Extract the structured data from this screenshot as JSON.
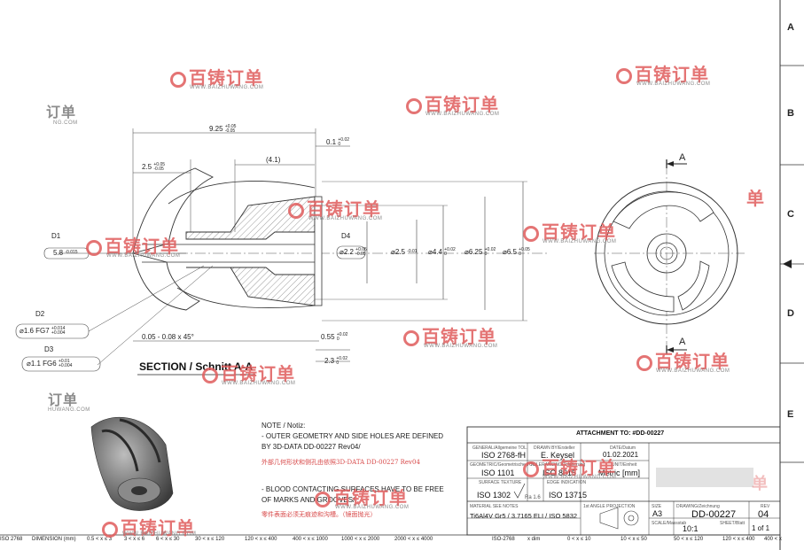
{
  "zones": [
    "A",
    "B",
    "C",
    "D",
    "E"
  ],
  "watermark": {
    "brand": "百铸订单",
    "url": "WWW.BAIZHUWANG.COM",
    "edge_brand": "订单",
    "edge_url": "HUWANG.COM",
    "edge_url_2": "NG.COM",
    "edge_frag": "单"
  },
  "section_view": {
    "title": "SECTION / Schnitt A-A",
    "d1_label": "D1",
    "d1_value": "5.8",
    "d1_tol": "-0.015",
    "d2_label": "D2",
    "d2_value": "⌀1.6 FG7",
    "d2_tol_upper": "+0.014",
    "d2_tol_lower": "+0.004",
    "d3_label": "D3",
    "d3_value": "⌀1.1 FG6",
    "d3_tol_upper": "+0.01",
    "d3_tol_lower": "+0.004",
    "d4_label": "D4",
    "d4_value": "⌀2.2",
    "d4_tol_upper": "+0.05",
    "d4_tol_lower": "-0.05",
    "len_925": "9.25",
    "len_925_tol_upper": "+0.05",
    "len_925_tol_lower": "-0.05",
    "len_25": "2.5",
    "len_25_tol_upper": "+0.05",
    "len_25_tol_lower": "-0.05",
    "len_41": "4.1",
    "len_01": "0.1",
    "len_01_tol_upper": "+0.02",
    "len_01_tol_lower": "0",
    "dia_25": "⌀2.5",
    "dia_25_tol": "-0.01",
    "dia_44": "⌀4.4",
    "dia_44_tol_upper": "+0.02",
    "dia_44_tol_lower": "0",
    "dia_625": "⌀6.25",
    "dia_625_tol_upper": "+0.02",
    "dia_625_tol_lower": "0",
    "dia_65": "⌀6.5",
    "dia_65_tol_upper": "+0.05",
    "dia_65_tol_lower": "0",
    "chamfer": "0.05 - 0.08 x 45°",
    "len_055": "0.55",
    "len_055_tol_upper": "+0.02",
    "len_055_tol_lower": "0",
    "len_23": "2.3",
    "len_23_tol_upper": "+0.02",
    "len_23_tol_lower": "0"
  },
  "end_view": {
    "section_marker_top": "A",
    "section_marker_bottom": "A"
  },
  "notes": {
    "heading": "NOTE / Notiz:",
    "line1": "- OUTER GEOMETRY AND SIDE HOLES ARE DEFINED",
    "line2": "BY 3D-DATA DD-00227 Rev04/",
    "cn1": "外部几何形状和侧孔由依照3D-DATA DD-00227 Rev04",
    "line3": "- BLOOD CONTACTING SURFACES HAVE TO BE FREE",
    "line4": "OF MARKS AND GROOVES/",
    "cn2": "零件表面必须无痕迹和沟槽。（镜面抛光）",
    "iso_label": "MATERIAL SEE NOTES",
    "material": "Ti6Al4V Gr5 / 3.7165 ELI / ISO 5832"
  },
  "title_block": {
    "attachment": "ATTACHMENT TO: #DD-00227",
    "general_tol_label": "GENERAL/Allgemeine TOL.",
    "general_tol": "ISO 2768-fH",
    "geometric_tol_label": "GEOMETRIC/Geometrische TOL.",
    "geometric_tol": "ISO 1101",
    "surface_label": "SURFACE TEXTURE",
    "surface": "ISO 1302",
    "ra": "Ra 1.6",
    "drawn_by_label": "DRAWN BY/Ersteller",
    "drawn_by": "E. Keysel",
    "date_label": "DATE/Datum",
    "date": "01.02.2021",
    "tolerancing_label": "TOLERANCING/Tolerierung",
    "tolerancing": "ISO 8015",
    "unit_label": "UNIT/Einheit",
    "unit": "Metric [mm]",
    "edge_label": "EDGE INDICATION",
    "edge": "ISO 13715",
    "projection_label": "1st ANGLE PROJECTION",
    "size_label": "SIZE",
    "size": "A3",
    "drawing_label": "DRAWING/Zeichnung",
    "drawing": "DD-00227",
    "rev_label": "REV",
    "rev": "04",
    "scale_label": "SCALE/Massstab",
    "scale": "10:1",
    "sheet_label": "SHEET/Blatt",
    "sheet": "1 of 1"
  },
  "general_tol_table_left": [
    "ISO 2768",
    "DIMENSION (mm)",
    "0.5 < x ≤ 3",
    "3 < x ≤ 6",
    "6 < x ≤ 30",
    "30 < x ≤ 120",
    "120 < x ≤ 400",
    "400 < x ≤ 1000",
    "1000 < x ≤ 2000",
    "2000 < x ≤ 4000"
  ],
  "general_tol_table_right": [
    "ISO-2768",
    "x dim",
    "0 < x ≤ 10",
    "10 < x ≤ 50",
    "50 < x ≤ 120",
    "120 < x ≤ 400",
    "400 < x"
  ]
}
